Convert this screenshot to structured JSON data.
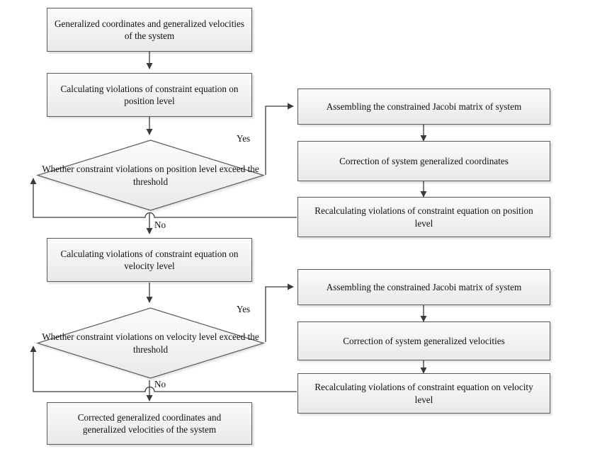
{
  "diagram": {
    "title": "Constraint violation correction flowchart",
    "colors": {
      "box_border": "#5b5b5b",
      "box_fill_top": "#fbfbfb",
      "box_fill_bottom": "#e9e9e9",
      "line": "#3a3a3a",
      "text": "#111111",
      "background": "#ffffff"
    },
    "left_column": {
      "start": {
        "line1": "Generalized coordinates and generalized velocities",
        "line2": "of the system"
      },
      "calc_position": {
        "line1": "Calculating violations of constraint equation on",
        "line2": "position level"
      },
      "decision_position": {
        "line1": "Whether constraint violations on position level",
        "line2": "exceed the threshold"
      },
      "calc_velocity": {
        "line1": "Calculating violations of constraint equation on",
        "line2": "velocity level"
      },
      "decision_velocity": {
        "line1": "Whether constraint violations on velocity level",
        "line2": "exceed the threshold"
      },
      "end": {
        "line1": "Corrected generalized coordinates and",
        "line2": "generalized velocities of the system"
      }
    },
    "right_column_position": {
      "jacobi": {
        "line1": "Assembling the constrained Jacobi matrix of system",
        "line2": ""
      },
      "correction": {
        "line1": "Correction of system generalized coordinates",
        "line2": ""
      },
      "recalculate": {
        "line1": "Recalculating violations of constraint equation on position",
        "line2": "level"
      }
    },
    "right_column_velocity": {
      "jacobi": {
        "line1": "Assembling the constrained Jacobi matrix of system",
        "line2": ""
      },
      "correction": {
        "line1": "Correction of system generalized velocities",
        "line2": ""
      },
      "recalculate": {
        "line1": "Recalculating violations of constraint equation on velocity",
        "line2": "level"
      }
    },
    "edge_labels": {
      "yes_position": "Yes",
      "no_position": "No",
      "yes_velocity": "Yes",
      "no_velocity": "No"
    }
  }
}
